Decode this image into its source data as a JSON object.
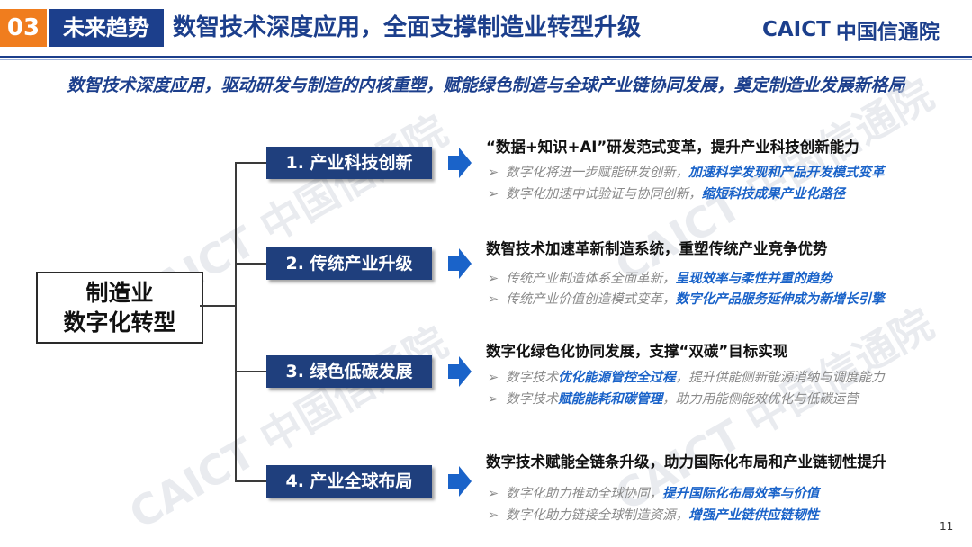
{
  "header": {
    "section_number": "03",
    "section_tag": "未来趋势",
    "title": "数智技术深度应用，全面支撑制造业转型升级",
    "logo_en": "CAICT",
    "logo_cn": "中国信通院"
  },
  "subtitle": "数智技术深度应用，驱动研发与制造的内核重塑，赋能绿色制造与全球产业链协同发展，奠定制造业发展新格局",
  "watermark_text": "CAICT 中国信通院",
  "center": {
    "line1": "制造业",
    "line2": "数字化转型"
  },
  "categories": [
    {
      "label": "1. 产业科技创新",
      "title": "“数据+知识+AI”研发范式变革，提升产业科技创新能力",
      "items": [
        {
          "pre": "数字化将进一步赋能研发创新，",
          "hl": "加速科学发现和产品开发模式变革",
          "post": ""
        },
        {
          "pre": "数字化加速中试验证与协同创新，",
          "hl": "缩短科技成果产业化路径",
          "post": ""
        }
      ]
    },
    {
      "label": "2. 传统产业升级",
      "title": "数智技术加速革新制造系统，重塑传统产业竞争优势",
      "items": [
        {
          "pre": "传统产业制造体系全面革新，",
          "hl": "呈现效率与柔性并重的趋势",
          "post": ""
        },
        {
          "pre": "传统产业价值创造模式变革，",
          "hl": "数字化产品服务延伸成为新增长引擎",
          "post": ""
        }
      ]
    },
    {
      "label": "3. 绿色低碳发展",
      "title": "数字化绿色化协同发展，支撑“双碳”目标实现",
      "items": [
        {
          "pre": "数字技术",
          "hl": "优化能源管控全过程",
          "post": "，提升供能侧新能源消纳与调度能力"
        },
        {
          "pre": "数字技术",
          "hl": "赋能能耗和碳管理",
          "post": "，助力用能侧能效优化与低碳运营"
        }
      ]
    },
    {
      "label": "4. 产业全球布局",
      "title": "数字技术赋能全链条升级，助力国际化布局和产业链韧性提升",
      "items": [
        {
          "pre": "数字化助力推动全球协同，",
          "hl": "提升国际化布局效率与价值",
          "post": ""
        },
        {
          "pre": "数字化助力链接全球制造资源，",
          "hl": "增强产业链供应链韧性",
          "post": ""
        }
      ]
    }
  ],
  "bullet_glyph": "➢",
  "page_number": "11",
  "colors": {
    "brand_blue": "#1c3f8c",
    "accent_orange": "#f07d1e",
    "highlight_blue": "#1a63c9",
    "pill_blue": "#1f3f7d"
  }
}
